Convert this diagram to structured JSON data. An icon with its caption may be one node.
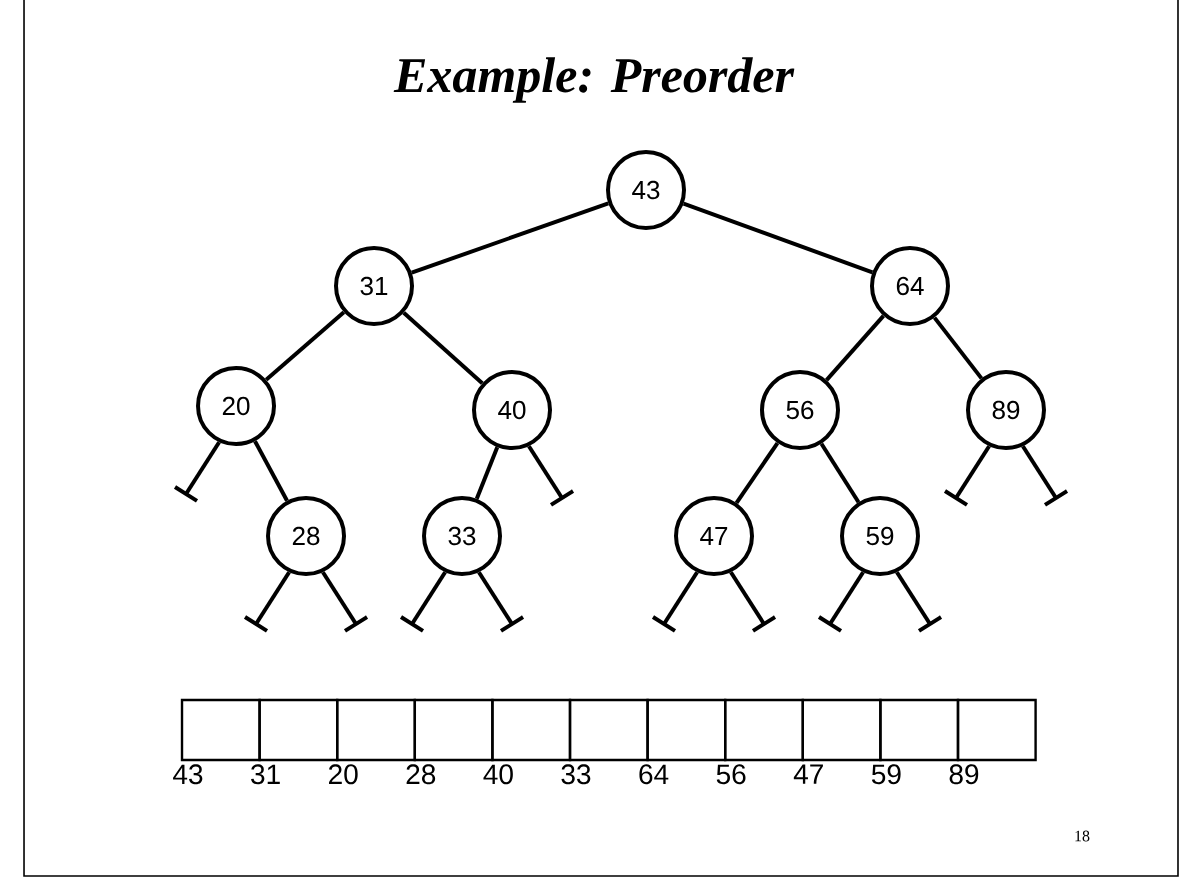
{
  "diagram": {
    "title": "Example: Preorder",
    "nodes": [
      {
        "text": [
          "43"
        ]
      },
      {
        "text": [
          "31"
        ]
      },
      {
        "text": [
          "64"
        ]
      },
      {
        "text": [
          "20"
        ]
      },
      {
        "text": [
          "40"
        ]
      },
      {
        "text": [
          "56"
        ]
      },
      {
        "text": [
          "89"
        ]
      },
      {
        "text": [
          "28"
        ]
      },
      {
        "text": [
          "33"
        ]
      },
      {
        "text": [
          "47"
        ]
      },
      {
        "text": [
          "59"
        ]
      },
      {
        "text": [],
        "shape": "bar"
      },
      {
        "text": [],
        "shape": "bar"
      },
      {
        "text": [],
        "shape": "bar"
      },
      {
        "text": [],
        "shape": "bar"
      },
      {
        "text": [],
        "shape": "bar"
      },
      {
        "text": [],
        "shape": "bar"
      },
      {
        "text": [],
        "shape": "bar"
      },
      {
        "text": [],
        "shape": "bar"
      },
      {
        "text": [],
        "shape": "bar"
      },
      {
        "text": [],
        "shape": "bar"
      },
      {
        "text": [],
        "shape": "bar"
      },
      {
        "text": [],
        "shape": "bar"
      }
    ],
    "edges": [
      {
        "from": 0,
        "to": 1,
        "arrow": "none"
      },
      {
        "from": 0,
        "to": 2,
        "arrow": "none"
      },
      {
        "from": 1,
        "to": 3,
        "arrow": "none"
      },
      {
        "from": 1,
        "to": 4,
        "arrow": "none"
      },
      {
        "from": 2,
        "to": 5,
        "arrow": "none"
      },
      {
        "from": 2,
        "to": 6,
        "arrow": "none"
      },
      {
        "from": 3,
        "to": 7,
        "arrow": "none"
      },
      {
        "from": 4,
        "to": 8,
        "arrow": "none"
      },
      {
        "from": 5,
        "to": 9,
        "arrow": "none"
      },
      {
        "from": 5,
        "to": 10,
        "arrow": "none"
      },
      {
        "from": 3,
        "to": 11,
        "arrow": "none"
      },
      {
        "from": 4,
        "to": 12,
        "arrow": "none"
      },
      {
        "from": 6,
        "to": 13,
        "arrow": "none"
      },
      {
        "from": 6,
        "to": 14,
        "arrow": "none"
      },
      {
        "from": 7,
        "to": 15,
        "arrow": "none"
      },
      {
        "from": 7,
        "to": 16,
        "arrow": "none"
      },
      {
        "from": 8,
        "to": 17,
        "arrow": "none"
      },
      {
        "from": 8,
        "to": 18,
        "arrow": "none"
      },
      {
        "from": 9,
        "to": 19,
        "arrow": "none"
      },
      {
        "from": 9,
        "to": 20,
        "arrow": "none"
      },
      {
        "from": 10,
        "to": 21,
        "arrow": "none"
      },
      {
        "from": 10,
        "to": 22,
        "arrow": "none"
      }
    ],
    "labels": [
      "43",
      "31",
      "20",
      "28",
      "40",
      "33",
      "64",
      "56",
      "47",
      "59",
      "89",
      "18"
    ]
  }
}
